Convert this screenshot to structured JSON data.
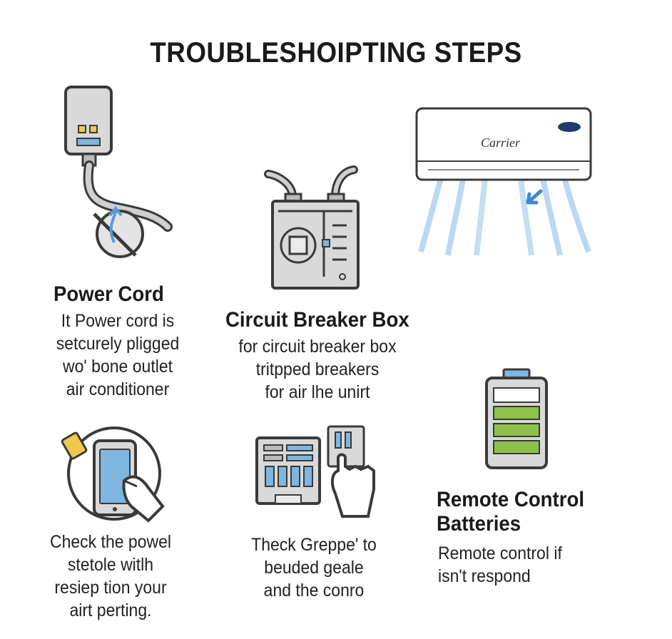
{
  "title": "TROUBLESHOIPTING STEPS",
  "ac_unit": {
    "brand": "Carrier"
  },
  "power_cord": {
    "heading": "Power Cord",
    "lines": [
      "It Power cord is",
      "setcurely pligged",
      "wo' bone outlet",
      "air conditioner"
    ]
  },
  "circuit_breaker": {
    "heading": "Circuit Breaker Box",
    "lines": [
      "for circuit breaker box",
      "tritpped breakers",
      "for air lhe unirt"
    ]
  },
  "power_outlet": {
    "lines": [
      "Check the powel",
      "stetole witlh",
      "resiep tion your",
      "airt perting."
    ]
  },
  "thermostat": {
    "lines": [
      "Theck Greppe' to",
      "beuded geale",
      "and the conro"
    ]
  },
  "remote_batteries": {
    "heading_lines": [
      "Remote Control",
      "Batteries"
    ],
    "lines": [
      "Remote control if",
      "isn't respond"
    ]
  },
  "colors": {
    "outline": "#3a3a3a",
    "device_gray": "#d9d9d9",
    "screen_blue": "#7fb6e0",
    "battery_green": "#8fc04a",
    "airflow_blue": "#9cc8ec",
    "plug_yellow": "#f2c84b"
  }
}
